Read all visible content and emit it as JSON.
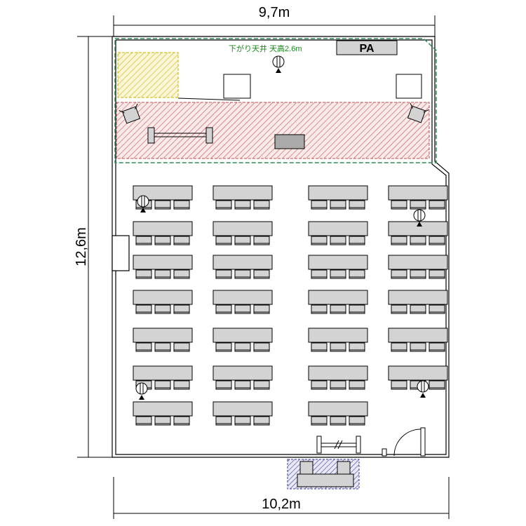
{
  "dimensions": {
    "top_width": "9,7m",
    "bottom_width": "10,2m",
    "height": "12,6m"
  },
  "stage": {
    "ceiling_note": "下がり天井 天高2.6m",
    "pa_label": "PA"
  },
  "seating": {
    "columns": 4,
    "rows_per_column": [
      7,
      7,
      7,
      6
    ],
    "chairs_per_table": 3
  },
  "colors": {
    "wall": "#000000",
    "stage_border": "#2e8b57",
    "stage_hatch": "#c0504d",
    "riser_hatch": "#c8b400",
    "entrance_hatch": "#3b3b9b",
    "furniture_fill": "#d3d3d3"
  },
  "icons": [
    "microphone-stand-icon",
    "door-swing-icon",
    "monitor-speaker-icon"
  ]
}
